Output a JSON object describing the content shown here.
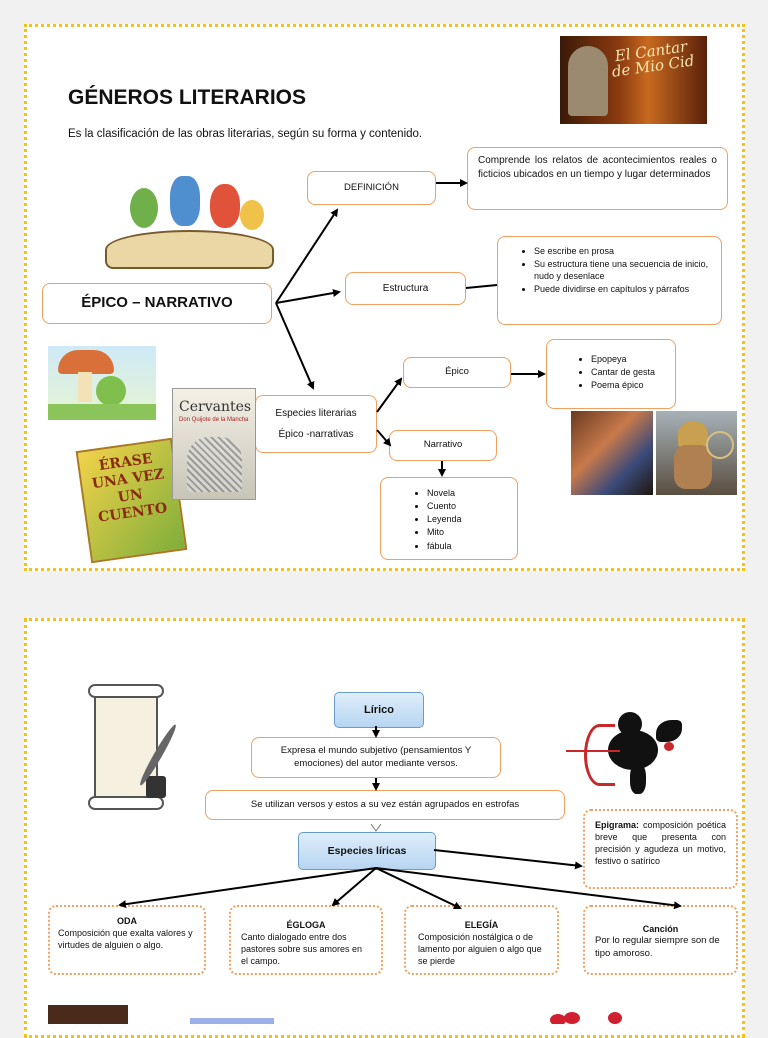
{
  "page1": {
    "title": "GÉNEROS LITERARIOS",
    "subtitle": "Es la clasificación de las obras literarias, según su forma y contenido.",
    "cover_image_text": "El Cantar de Mio Cid",
    "main_node": "ÉPICO – NARRATIVO",
    "definicion_label": "DEFINICIÓN",
    "definicion_text": "Comprende los relatos de acontecimientos reales o ficticios ubicados en un tiempo y lugar determinados",
    "estructura_label": "Estructura",
    "estructura_items": [
      "Se escribe en prosa",
      "Su estructura tiene una secuencia de inicio, nudo y desenlace",
      "Puede dividirse en capítulos y párrafos"
    ],
    "especies_line1": "Especies literarias",
    "especies_line2": "Épico -narrativas",
    "epico_label": "Épico",
    "epico_items": [
      "Epopeya",
      "Cantar de gesta",
      "Poema épico"
    ],
    "narrativo_label": "Narrativo",
    "narrativo_items": [
      "Novela",
      "Cuento",
      "Leyenda",
      "Mito",
      "fábula"
    ],
    "book_cover_author": "Cervantes",
    "book_cover_title": "Don Quijote de la Mancha",
    "storybook_text": "ÉRASE UNA VEZ UN CUENTO"
  },
  "page2": {
    "lirico_label": "Lírico",
    "lirico_def": "Expresa el mundo subjetivo (pensamientos Y emociones) del autor mediante versos.",
    "versos_text": "Se utilizan versos y estos a su vez están agrupados en estrofas",
    "especies_label": "Especies líricas",
    "epigrama_title": "Epigrama:",
    "epigrama_text": "composición poética breve que presenta con precisión y agudeza un motivo, festivo o satírico",
    "oda_title": "ODA",
    "oda_text": "Composición que exalta valores y virtudes de alguien o algo.",
    "egloga_title": "ÉGLOGA",
    "egloga_text": "Canto dialogado entre dos pastores sobre sus amores en el campo.",
    "elegia_title": "ELEGÍA",
    "elegia_text": "Composición nostálgica o de lamento por alguien o algo que se pierde",
    "cancion_title": "Canción",
    "cancion_text": "Por lo regular siempre son de tipo amoroso."
  },
  "colors": {
    "page_border": "#f2c21b",
    "box_border": "#f0a060",
    "blue_box": "#b7d5f2"
  }
}
